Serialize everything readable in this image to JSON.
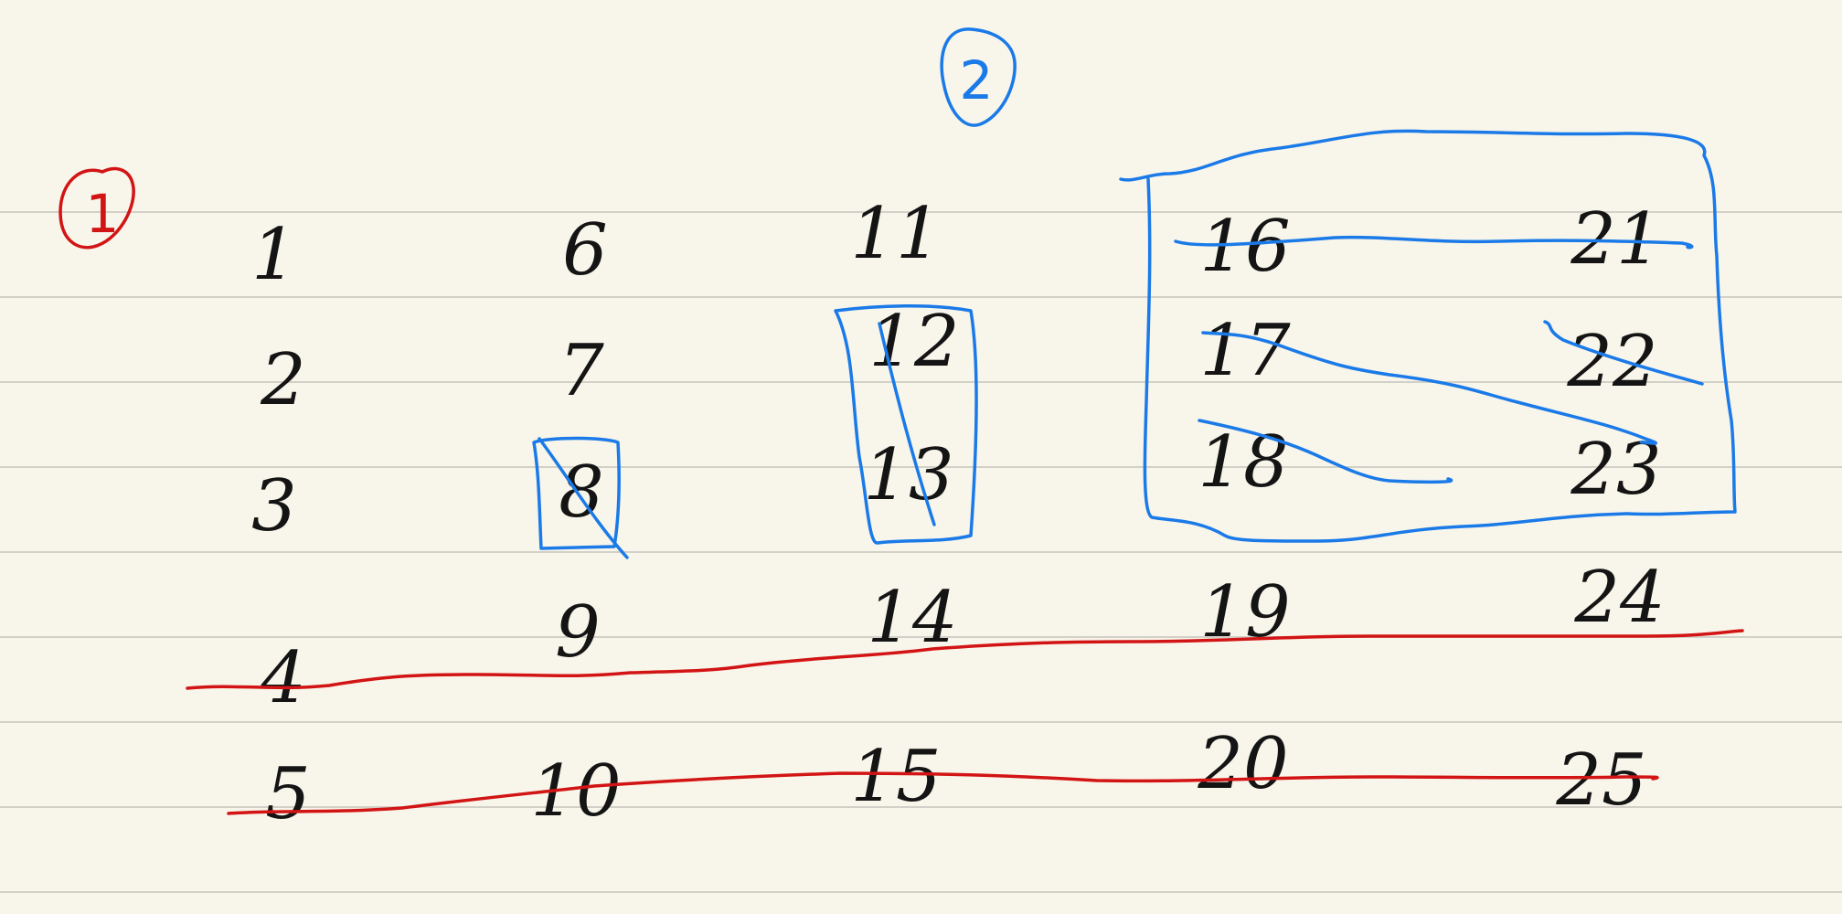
{
  "notebook": {
    "paper_color": "#f8f5ea",
    "rule_color": "#d3d0c8",
    "ink_colors": {
      "black": "#141414",
      "red": "#d21414",
      "blue": "#1a7ae8"
    }
  },
  "markers": {
    "first": {
      "label": "1",
      "color": "#d21414"
    },
    "second": {
      "label": "2",
      "color": "#1a7ae8"
    }
  },
  "grid": {
    "columns": [
      [
        "1",
        "2",
        "3",
        "4",
        "5"
      ],
      [
        "6",
        "7",
        "8",
        "9",
        "10"
      ],
      [
        "11",
        "12",
        "13",
        "14",
        "15"
      ],
      [
        "16",
        "17",
        "18",
        "19",
        "20"
      ],
      [
        "21",
        "22",
        "23",
        "24",
        "25"
      ]
    ]
  }
}
